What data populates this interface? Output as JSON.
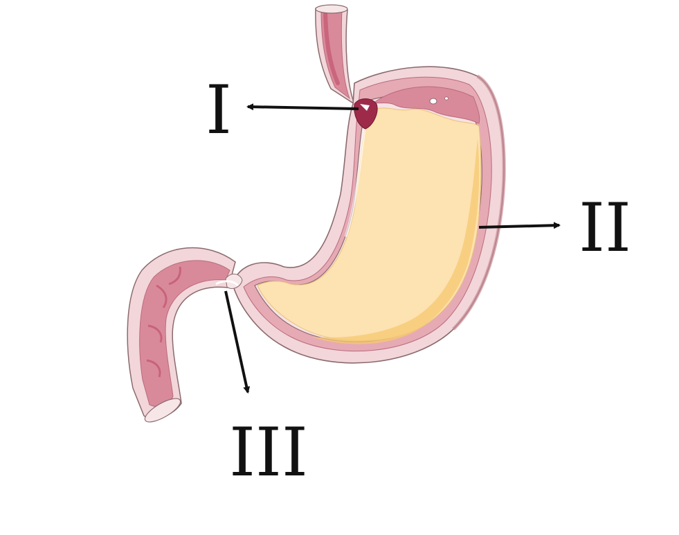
{
  "labels": {
    "one": "I",
    "two": "II",
    "three": "III"
  },
  "colors": {
    "wall_outer": "#f2d6d9",
    "wall_line": "#8a6a6e",
    "mucosa": "#d98a9a",
    "mucosa_dark": "#c2566f",
    "sphincter": "#9e2a4a",
    "contents": "#fde2b2",
    "contents_shade": "#f6c870",
    "arrow": "#111111"
  }
}
